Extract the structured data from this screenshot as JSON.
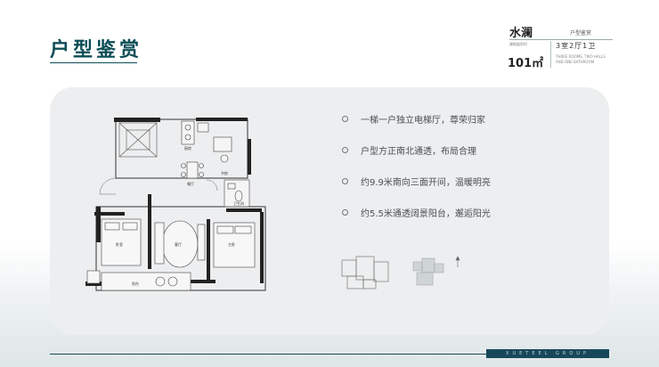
{
  "page": {
    "title": "户型鉴赏"
  },
  "header": {
    "project_name": "水澜",
    "tag": "户型鉴赏",
    "small_label": "建筑面积约",
    "rooms": "3室2厅1卫",
    "area": "101㎡",
    "english_desc": "THREE ROOMS, TWO HALLS AND ONE BATHROOM"
  },
  "features": [
    {
      "text": "一梯一户独立电梯厅，尊荣归家"
    },
    {
      "text": "户型方正南北通透，布局合理"
    },
    {
      "text": "约9.9米南向三面开间，温暖明亮"
    },
    {
      "text": "约5.5米通透阔景阳台，邂逅阳光"
    }
  ],
  "floorplan": {
    "room_labels": {
      "kitchen": "厨房",
      "study": "书房",
      "dining": "餐厅",
      "bathroom": "卫生间",
      "living": "客厅",
      "bedroom_left": "卧室",
      "bedroom_right": "主卧",
      "balcony": "阳台"
    }
  },
  "footer": {
    "brand": "XUETEEL GROUP"
  }
}
